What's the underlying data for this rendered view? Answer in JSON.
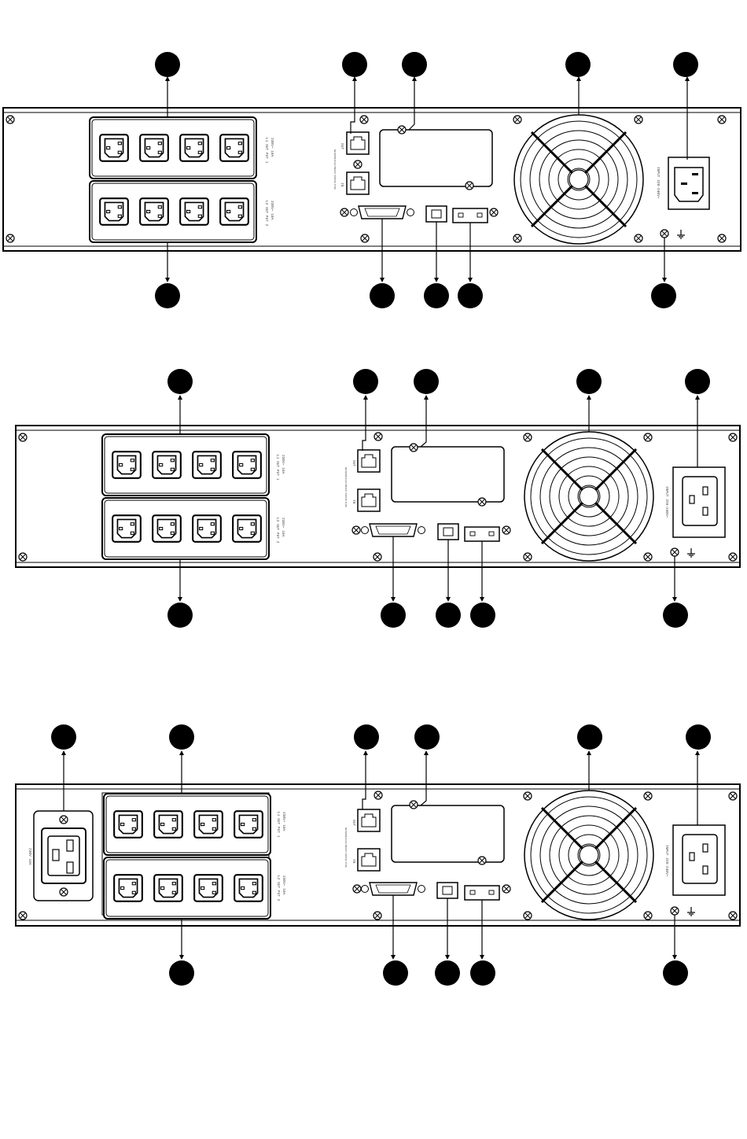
{
  "figure": {
    "panels": [
      {
        "id": "panel-1",
        "outlet_group_labels": [
          "L1 OUT PUT 1",
          "L2 OUT PUT 2"
        ],
        "outlet_rating": "230V~ 10A",
        "port_labels": [
          "OUT",
          "IN"
        ],
        "port_side_label": "NETWORK/FAX/MODEM PROTECTION",
        "input_label": "INPUT 220-240V~",
        "has_inlet_c20": false
      },
      {
        "id": "panel-2",
        "outlet_group_labels": [
          "L1 OUT PUT 1",
          "L2 OUT PUT 2"
        ],
        "outlet_rating": "230V~ 10A",
        "port_labels": [
          "OUT",
          "IN"
        ],
        "port_side_label": "NETWORK/FAX/MODEM PROTECTION",
        "input_label": "INPUT 220-240V~",
        "has_inlet_c20": true
      },
      {
        "id": "panel-3",
        "outlet_group_labels": [
          "L1 OUT PUT 1",
          "L2 OUT PUT 2"
        ],
        "outlet_rating": "230V~ 10A",
        "port_labels": [
          "OUT",
          "IN"
        ],
        "port_side_label": "NETWORK/FAX/MODEM PROTECTION",
        "input_label": "INPUT 220-240V~",
        "c20_label": "230V 16A",
        "has_inlet_c20": true
      }
    ]
  }
}
